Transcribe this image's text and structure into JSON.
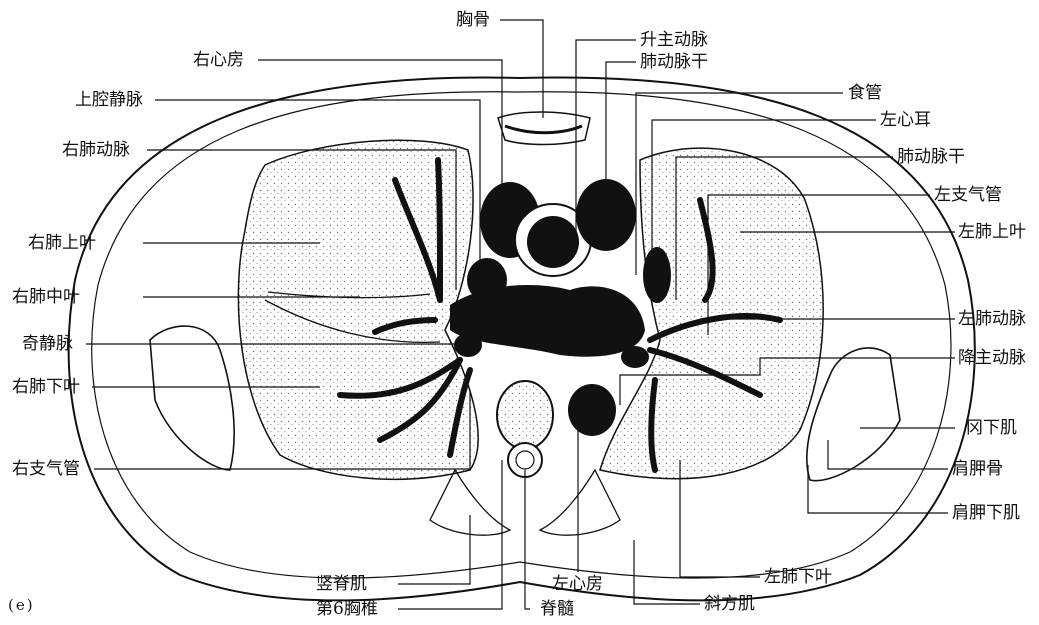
{
  "figure": {
    "panel_label": "(e)",
    "labels": {
      "sternum": "胸骨",
      "ascending_aorta": "升主动脉",
      "right_atrium": "右心房",
      "pulmonary_trunk_top": "肺动脉干",
      "svc": "上腔静脉",
      "esophagus": "食管",
      "left_auricle": "左心耳",
      "right_pulmonary_artery": "右肺动脉",
      "pulmonary_trunk": "肺动脉干",
      "left_main_bronchus": "左支气管",
      "right_upper_lobe": "右肺上叶",
      "left_upper_lobe": "左肺上叶",
      "right_middle_lobe": "右肺中叶",
      "left_pulmonary_artery": "左肺动脉",
      "azygos_vein": "奇静脉",
      "descending_aorta": "降主动脉",
      "right_lower_lobe": "右肺下叶",
      "infraspinatus": "冈下肌",
      "right_main_bronchus": "右支气管",
      "scapula": "肩胛骨",
      "subscapularis": "肩胛下肌",
      "erector_spinae": "竖脊肌",
      "left_atrium": "左心房",
      "left_lower_lobe": "左肺下叶",
      "t6_vertebra": "第6胸椎",
      "spinal_cord": "脊髓",
      "trapezius": "斜方肌"
    }
  }
}
